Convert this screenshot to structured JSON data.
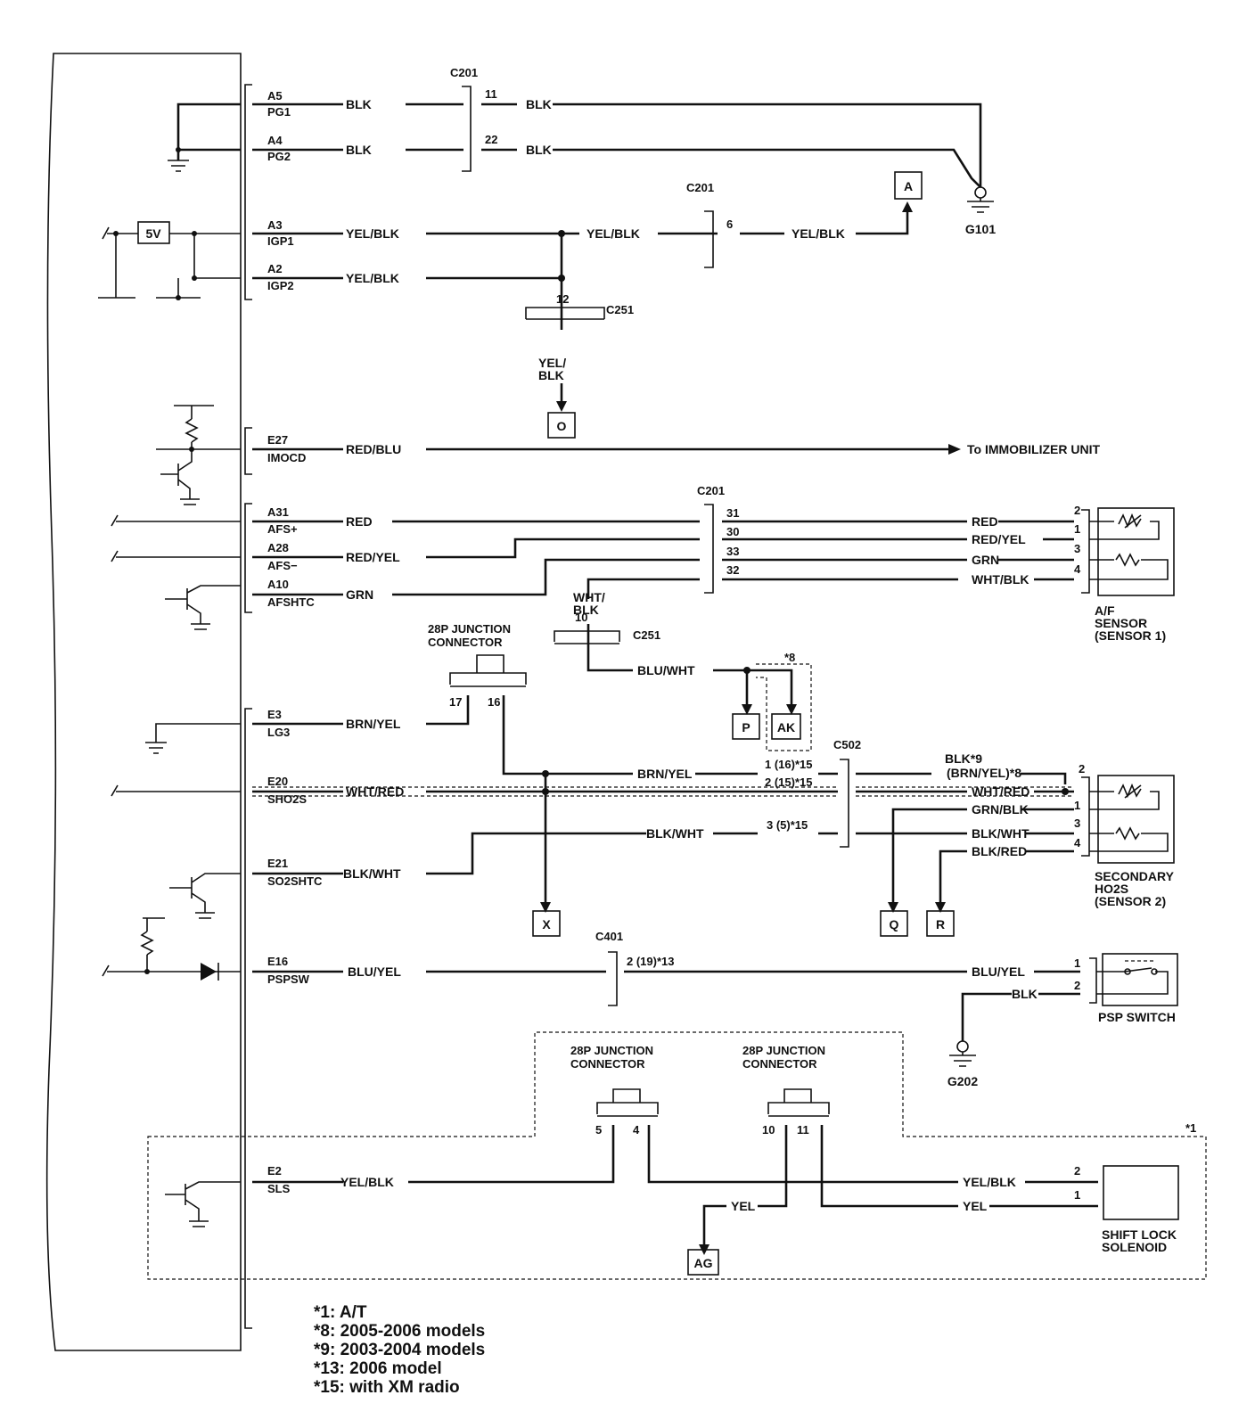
{
  "ecm_pins": [
    {
      "pin": "A5",
      "name": "PG1"
    },
    {
      "pin": "A4",
      "name": "PG2"
    },
    {
      "pin": "A3",
      "name": "IGP1"
    },
    {
      "pin": "A2",
      "name": "IGP2"
    },
    {
      "pin": "E27",
      "name": "IMOCD"
    },
    {
      "pin": "A31",
      "name": "AFS+"
    },
    {
      "pin": "A28",
      "name": "AFS−"
    },
    {
      "pin": "A10",
      "name": "AFSHTC"
    },
    {
      "pin": "E3",
      "name": "LG3"
    },
    {
      "pin": "E20",
      "name": "SHO2S"
    },
    {
      "pin": "E21",
      "name": "SO2SHTC"
    },
    {
      "pin": "E16",
      "name": "PSPSW"
    },
    {
      "pin": "E2",
      "name": "SLS"
    }
  ],
  "wire_labels": [
    "BLK",
    "BLK",
    "BLK",
    "BLK",
    "YEL/BLK",
    "YEL/BLK",
    "YEL/BLK",
    "YEL/BLK",
    "YEL/",
    "BLK",
    "RED/BLU",
    "RED",
    "RED/YEL",
    "GRN",
    "RED",
    "RED/YEL",
    "GRN",
    "WHT/BLK",
    "WHT/",
    "BLK",
    "BLU/WHT",
    "BRN/YEL",
    "WHT/RED",
    "BLK/WHT",
    "BRN/YEL",
    "BLK/WHT",
    "BLK*9",
    "(BRN/YEL)*8",
    "WHT/RED",
    "GRN/BLK",
    "BLK/WHT",
    "BLK/RED",
    "BLU/YEL",
    "BLU/YEL",
    "BLK",
    "YEL/BLK",
    "YEL/BLK",
    "YEL",
    "YEL"
  ],
  "connectors": [
    "C201",
    "C201",
    "C251",
    "C201",
    "C251",
    "C502",
    "C401",
    "28P JUNCTION",
    "CONNECTOR",
    "28P JUNCTION",
    "CONNECTOR",
    "28P JUNCTION",
    "CONNECTOR"
  ],
  "pin_numbers": [
    "11",
    "22",
    "6",
    "12",
    "31",
    "30",
    "33",
    "32",
    "10",
    "17",
    "16",
    "1 (16)*15",
    "2 (15)*15",
    "3 (5)*15",
    "2 (19)*13",
    "5",
    "4",
    "10",
    "11",
    "2",
    "1",
    "3",
    "4",
    "2",
    "1",
    "3",
    "4",
    "1",
    "2",
    "2",
    "1"
  ],
  "refs": [
    "A",
    "O",
    "P",
    "AK",
    "X",
    "Q",
    "R",
    "AG"
  ],
  "grounds": [
    "G101",
    "G202"
  ],
  "misc": {
    "supply": "5V",
    "immobilizer": "To IMMOBILIZER UNIT",
    "note_star8": "*8",
    "note_star1": "*1"
  },
  "components": [
    {
      "lines": [
        "A/F",
        "SENSOR",
        "(SENSOR 1)"
      ]
    },
    {
      "lines": [
        "SECONDARY",
        "HO2S",
        "(SENSOR 2)"
      ]
    },
    {
      "lines": [
        "PSP SWITCH"
      ]
    },
    {
      "lines": [
        "SHIFT LOCK",
        "SOLENOID"
      ]
    }
  ],
  "legend": [
    "*1: A/T",
    "*8: 2005-2006 models",
    "*9: 2003-2004 models",
    "*13: 2006 model",
    "*15: with XM radio"
  ]
}
